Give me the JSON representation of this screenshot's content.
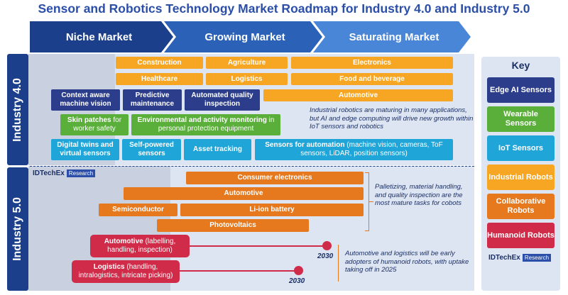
{
  "title": "Sensor and Robotics Technology Market Roadmap for Industry 4.0 and Industry 5.0",
  "stages": [
    "Niche Market",
    "Growing Market",
    "Saturating Market"
  ],
  "rows": {
    "industry40": "Industry 4.0",
    "industry50": "Industry 5.0"
  },
  "i40": {
    "construction": "Construction",
    "agriculture": "Agriculture",
    "electronics": "Electronics",
    "healthcare": "Healthcare",
    "logistics": "Logistics",
    "food": "Food and beverage",
    "context_vision": "Context aware machine vision",
    "predictive": "Predictive maintenance",
    "quality": "Automated quality inspection",
    "automotive": "Automotive",
    "skin_bold": "Skin patches",
    "skin_rest": " for worker safety",
    "env_bold": "Environmental and activity monitoring",
    "env_rest": " in personal protection equipment",
    "twins": "Digital twins and virtual sensors",
    "selfpowered": "Self-powered sensors",
    "asset": "Asset tracking",
    "automation_bold": "Sensors for automation",
    "automation_rest": " (machine vision, cameras, ToF sensors, LiDAR, position sensors)",
    "note": "Industrial robotics are maturing in many applications, but AI and edge computing will drive new growth within IoT sensors and robotics"
  },
  "i50": {
    "consumer": "Consumer electronics",
    "automotive": "Automotive",
    "semiconductor": "Semiconductor",
    "liion": "Li-ion battery",
    "pv": "Photovoltaics",
    "cobot_note": "Palletizing, material handling, and quality inspection are the most mature tasks for cobots",
    "auto_bold": "Automotive",
    "auto_rest": " (labelling, handling, inspection)",
    "log_bold": "Logistics",
    "log_rest": " (handling, intralogistics, intricate picking)",
    "year1": "2030",
    "year2": "2030",
    "humanoid_note": "Automotive and logistics will be early adopters of humanoid robots, with uptake taking off in 2025"
  },
  "logo": {
    "brand": "IDTechEx",
    "tag": "Research"
  },
  "key": {
    "title": "Key",
    "items": [
      "Edge AI Sensors",
      "Wearable Sensors",
      "IoT Sensors",
      "Industrial Robots",
      "Collaborative Robots",
      "Humanoid Robots"
    ]
  },
  "colors": {
    "navy": "#2b3d8b",
    "green": "#5aaf3a",
    "cyan": "#1fa5d8",
    "orange": "#f6a623",
    "dark_orange": "#e6781e",
    "red": "#d02c4a",
    "banner1": "#1b3f8a",
    "banner2": "#2b62b8",
    "banner3": "#4a86d8"
  }
}
